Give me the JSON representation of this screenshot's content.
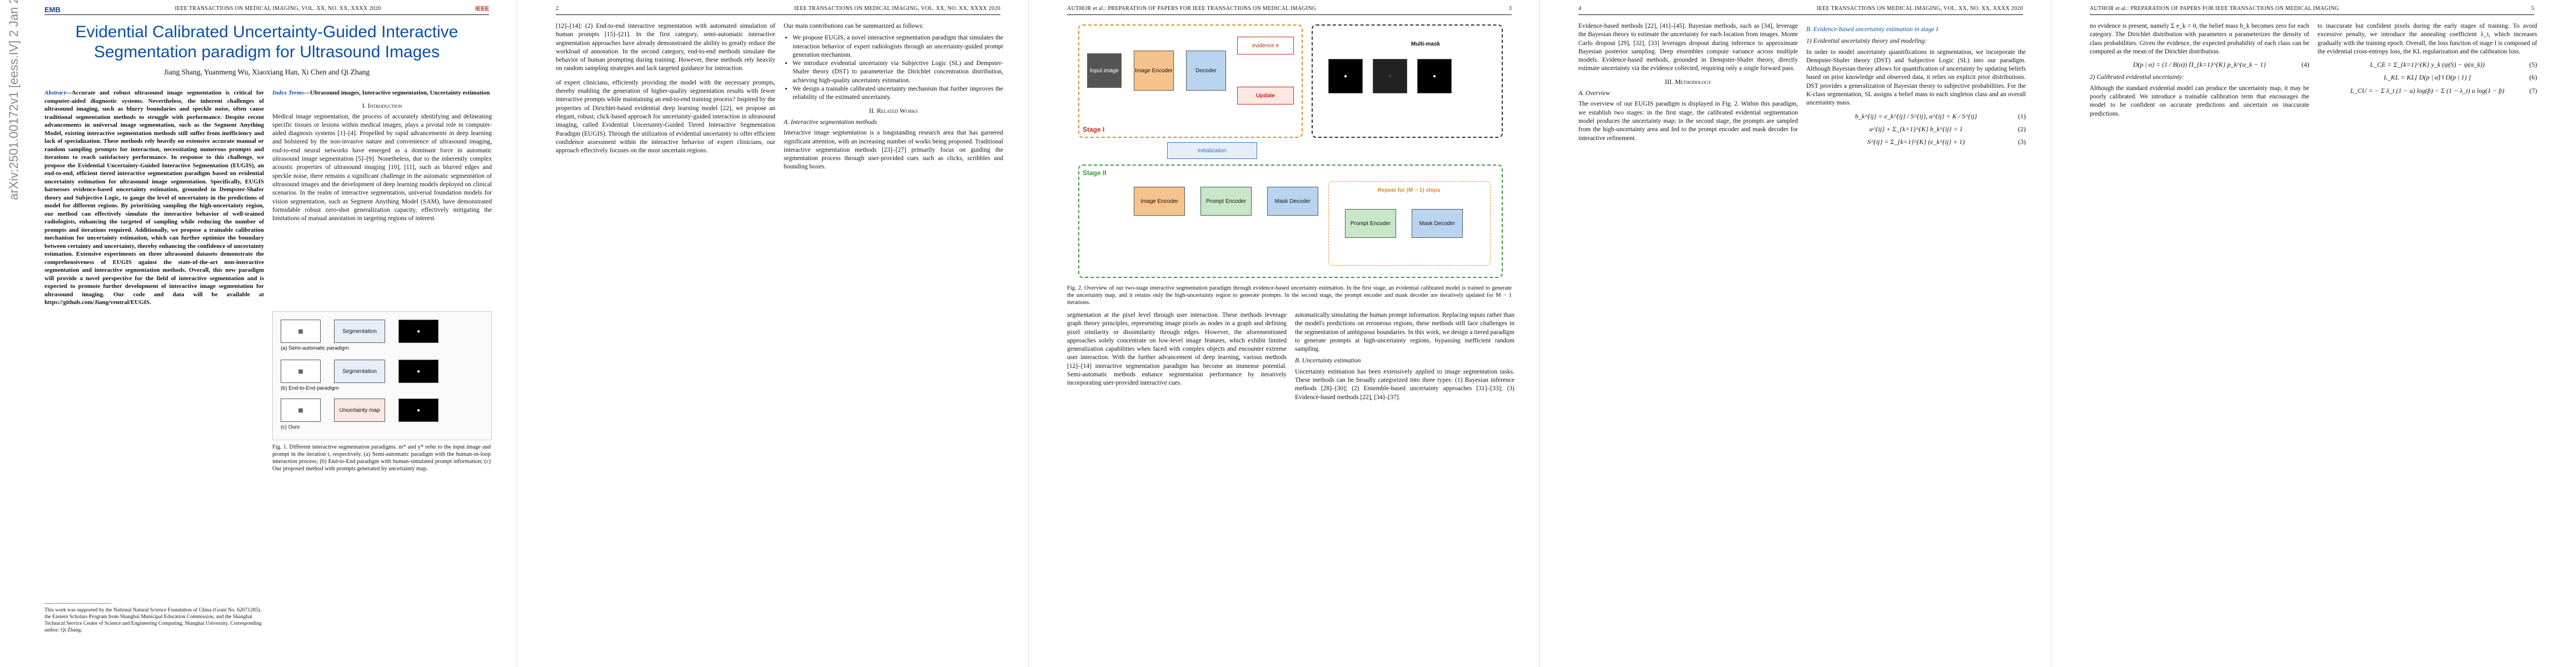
{
  "page1": {
    "logo_left": "EMB",
    "logo_right": "IEEE TRANSACTIONS ON MEDICAL IMAGING, VOL. XX, NO. XX, XXXX 2020",
    "logo_right2": "IEEE",
    "title": "Evidential Calibrated Uncertainty-Guided Interactive Segmentation paradigm for Ultrasound Images",
    "authors": "Jiang Shang, Yuanmeng Wu, Xiaoxiang Han, Xi Chen and Qi Zhang",
    "arxiv": "arXiv:2501.00172v1 [eess.IV] 2 Jan 2025",
    "abstract_label": "Abstract",
    "abstract": "—Accurate and robust ultrasound image segmentation is critical for computer-aided diagnostic systems. Nevertheless, the inherent challenges of ultrasound imaging, such as blurry boundaries and speckle noise, often cause traditional segmentation methods to struggle with performance. Despite recent advancements in universal image segmentation, such as the Segment Anything Model, existing interactive segmentation methods still suffer from inefficiency and lack of specialization. These methods rely heavily on extensive accurate manual or random sampling prompts for interaction, necessitating numerous prompts and iterations to reach satisfactory performance. In response to this challenge, we propose the Evidential Uncertainty-Guided Interactive Segmentation (EUGIS), an end-to-end, efficient tiered interactive segmentation paradigm based on evidential uncertainty estimation for ultrasound image segmentation. Specifically, EUGIS harnesses evidence-based uncertainty estimation, grounded in Dempster-Shafer theory and Subjective Logic, to gauge the level of uncertainty in the predictions of model for different regions. By prioritizing sampling the high-uncertainty region, our method can effectively simulate the interactive behavior of well-trained radiologists, enhancing the targeted of sampling while reducing the number of prompts and iterations required. Additionally, we propose a trainable calibration mechanism for uncertainty estimation, which can further optimize the boundary between certainty and uncertainty, thereby enhancing the confidence of uncertainty estimation. Extensive experiments on three ultrasound datasets demonstrate the comprehensiveness of EUGIS against the state-of-the-art non-interactive segmentation and interactive segmentation methods. Overall, this new paradigm will provide a novel perspective for the field of interactive segmentation and is expected to promote further development of interactive image segmentation for ultrasound imaging. Our code and data will be available at https://github.com/Jiang/ventral/EUGIS.",
    "index_label": "Index Terms",
    "index_terms": "—Ultrasound images, Interactive segmentation, Uncertainty estimation",
    "sec1": "I. Introduction",
    "intro": "Medical image segmentation, the process of accurately identifying and delineating specific tissues or lesions within medical images, plays a pivotal role in computer-aided diagnosis systems [1]–[4]. Propelled by rapid advancements in deep learning and bolstered by the non-invasive nature and convenience of ultrasound imaging, end-to-end neural networks have emerged as a dominant force in automatic ultrasound image segmentation [5]–[9]. Nonetheless, due to the inherently complex acoustic properties of ultrasound imaging [10], [11], such as blurred edges and speckle noise, there remains a significant challenge in the automatic segmentation of ultrasound images and the development of deep learning models deployed on clinical scenarios. In the realm of interactive segmentation, universal foundation models for vision segmentation, such as Segment Anything Model (SAM), have demonstrated formidable robust zero-shot generalization capacity, effectively mitigating the limitations of manual annotation in targeting regions of interest.",
    "footnote": "This work was supported by the National Natural Science Foundation of China (Grant No. 62071285), the Eastern Scholars Program from Shanghai Municipal Education Commission, and the Shanghai Technical Service Center of Science and Engineering Computing, Shanghai University. Corresponding author: Qi Zhang.",
    "fig1_caption": "Fig. 1. Different interactive segmentation paradigms. m* and y* refer to the input image and prompt in the iteration t, respectively. (a) Semi-automatic paradigm with the human-in-loop interaction process; (b) End-to-End paradigm with human-simulated prompt information; (c) Our proposed method with prompts generated by uncertainty map.",
    "fig1_labels": [
      "(a) Semi-automatic paradigm",
      "(b) End-to-End paradigm",
      "(c) Ours",
      "Segmentation",
      "Uncertainty map"
    ]
  },
  "page2": {
    "header_left": "2",
    "header_right": "IEEE TRANSACTIONS ON MEDICAL IMAGING, VOL. XX, NO. XX, XXXX 2020",
    "left_text": "of expert clinicians, efficiently providing the model with the necessary prompts, thereby enabling the generation of higher-quality segmentation results with fewer interactive prompts while maintaining an end-to-end training process? Inspired by the properties of Dirichlet-based evidential deep learning model [22], we propose an elegant, robust, click-based approach for uncertainty-guided interaction in ultrasound imaging, called Evidential Uncertainty-Guided Tiered Interactive Segmentation Paradigm (EUGIS). Through the utilization of evidential uncertainty to offer efficient confidence assessment within the interactive behavior of expert clinicians, our approach effectively focuses on the most uncertain regions.",
    "contrib_intro": "Our main contributions can be summarized as follows:",
    "contribs": [
      "We propose EUGIS, a novel interactive segmentation paradigm that simulates the interaction behavior of expert radiologists through an uncertainty-guided prompt generation mechanism.",
      "We introduce evidential uncertainty via Subjective Logic (SL) and Dempster-Shafer theory (DST) to parameterize the Dirichlet concentration distribution, achieving high-quality uncertainty estimation.",
      "We design a trainable calibrated uncertainty mechanism that further improves the reliability of the estimated uncertainty."
    ],
    "sec2": "II. Related Works",
    "sub2a": "A. Interactive segmentation methods",
    "related": "Interactive image segmentation is a longstanding research area that has garnered significant attention, with an increasing number of works being proposed. Traditional interactive segmentation methods [23]–[27] primarily focus on guiding the segmentation process through user-provided cues such as clicks, scribbles and bounding boxes.",
    "right_text": "[12]–[14]: (2) End-to-end interactive segmentation with automated simulation of human prompts [15]–[21]. In the first category, semi-automatic interactive segmentation approaches have already demonstrated the ability to greatly reduce the workload of annotation. In the second category, end-to-end methods simulate the behavior of human prompting during training. However, these methods rely heavily on random sampling strategies and lack targeted guidance for interaction."
  },
  "page3": {
    "header_left": "AUTHOR et al.: PREPARATION OF PAPERS FOR IEEE TRANSACTIONS ON MEDICAL IMAGING",
    "header_right": "3",
    "fig2_labels": {
      "stage1": "Stage I",
      "stage2": "Stage II",
      "input": "Input image",
      "encoder": "Image Encoder",
      "decoder": "Decoder",
      "update": "Update",
      "init": "Initialization",
      "evidence": "evidence e",
      "multimask": "Multi-mask",
      "prompt_enc": "Prompt Encoder",
      "mask_dec": "Mask Decoder",
      "repeat": "Repeat for (M − 1) steps"
    },
    "fig2_caption": "Fig. 2. Overview of our two-stage interactive segmentation paradigm through evidence-based uncertainty estimation. In the first stage, an evidential calibrated model is trained to generate the uncertainty map, and it retains only the high-uncertainty region to generate prompts. In the second stage, the prompt encoder and mask decoder are iteratively updated for M − 1 iterations.",
    "left_text": "segmentation at the pixel level through user interaction. These methods leverage graph theory principles, representing image pixels as nodes in a graph and defining pixel similarity or dissimilarity through edges. However, the aforementioned approaches solely concentrate on low-level image features, which exhibit limited generalization capabilities when faced with complex objects and encounter extreme user interaction. With the further advancement of deep learning, various methods [12]–[14] interactive segmentation paradigm has become an immense potential. Semi-automatic methods enhance segmentation performance by iteratively incorporating user-provided interactive cues.",
    "right_text": "automatically simulating the human prompt information. Replacing inputs rather than the model's predictions on erroneous regions, these methods still face challenges in the segmentation of ambiguous boundaries. In this work, we design a tiered paradigm to generate prompts at high-uncertainty regions, bypassing inefficient random sampling.",
    "sub2b": "B. Uncertainty estimation",
    "uncert": "Uncertainty estimation has been extensively applied to image segmentation tasks. These methods can be broadly categorized into three types: (1) Bayesian inference methods [28]–[30]; (2) Ensemble-based uncertainty approaches [31]–[33]; (3) Evidence-based methods [22], [34]–[37]."
  },
  "page4": {
    "header_left": "4",
    "header_right": "IEEE TRANSACTIONS ON MEDICAL IMAGING, VOL. XX, NO. XX, XXXX 2020",
    "left_text": "Evidence-based methods [22], [41]–[45]. Bayesian methods, such as [34], leverage the Bayesian theory to estimate the uncertainty for each location from images. Monte Carlo dropout [29], [32], [33] leverages dropout during inference to approximate Bayesian posterior sampling. Deep ensembles compute variance across multiple models. Evidence-based methods, grounded in Dempster-Shafer theory, directly estimate uncertainty via the evidence collected, requiring only a single forward pass.",
    "sec3": "III. Methodology",
    "sub3a": "A. Overview",
    "overview": "The overview of our EUGIS paradigm is displayed in Fig. 2. Within this paradigm, we establish two stages: in the first stage, the calibrated evidential segmentation model produces the uncertainty map; in the second stage, the prompts are sampled from the high-uncertainty area and fed to the prompt encoder and mask decoder for interactive refinement.",
    "sub3b": "B. Evidence-based uncertainty estimation in stage I",
    "sub3b1": "1) Evidential uncertainty theory and modeling:",
    "right_text": "In order to model uncertainty quantifications in segmentation, we incorporate the Dempster-Shafer theory (DST) and Subjective Logic (SL) into our paradigm. Although Bayesian theory allows for quantification of uncertainty by updating beliefs based on prior knowledge and observed data, it relies on explicit prior distributions. DST provides a generalization of Bayesian theory to subjective probabilities. For the K-class segmentation, SL assigns a belief mass to each singleton class and an overall uncertainty mass.",
    "eq1": "b_k^{ij} = e_k^{ij} / S^{ij},   u^{ij} = K / S^{ij}",
    "eq1_n": "(1)",
    "eq2": "u^{ij} + Σ_{k=1}^{K} b_k^{ij} = 1",
    "eq2_n": "(2)",
    "eq3": "S^{ij} = Σ_{k=1}^{K} (e_k^{ij} + 1)",
    "eq3_n": "(3)"
  },
  "page5": {
    "header_left": "AUTHOR et al.: PREPARATION OF PAPERS FOR IEEE TRANSACTIONS ON MEDICAL IMAGING",
    "header_right": "5",
    "left_text": "no evidence is present, namely Σ e_k = 0, the belief mass b_k becomes zero for each category. The Dirichlet distribution with parameters α parameterizes the density of class probabilities. Given the evidence, the expected probability of each class can be computed as the mean of the Dirichlet distribution.",
    "eq4": "D(p | α) = (1 / B(α)) Π_{k=1}^{K} p_k^{α_k − 1}",
    "eq4_n": "(4)",
    "sub2": "2) Calibrated evidential uncertainty:",
    "calib": "Although the standard evidential model can produce the uncertainty map, it may be poorly calibrated. We introduce a trainable calibration term that encourages the model to be confident on accurate predictions and uncertain on inaccurate predictions.",
    "right_text": "to inaccurate but confident pixels during the early stages of training. To avoid excessive penalty, we introduce the annealing coefficient λ_t, which increases gradually with the training epoch. Overall, the loss function of stage I is composed of the evidential cross-entropy loss, the KL regularization and the calibration loss.",
    "eq5": "L_CE = Σ_{k=1}^{K} y_k (ψ(S) − ψ(α_k))",
    "eq5_n": "(5)",
    "eq6": "L_KL = KL[ D(p | α̃) ‖ D(p | 1) ]",
    "eq6_n": "(6)",
    "eq7": "L_CU = − Σ λ_t (1 − u) log(p̂) − Σ (1 − λ_t) u log(1 − p̂)",
    "eq7_n": "(7)"
  }
}
